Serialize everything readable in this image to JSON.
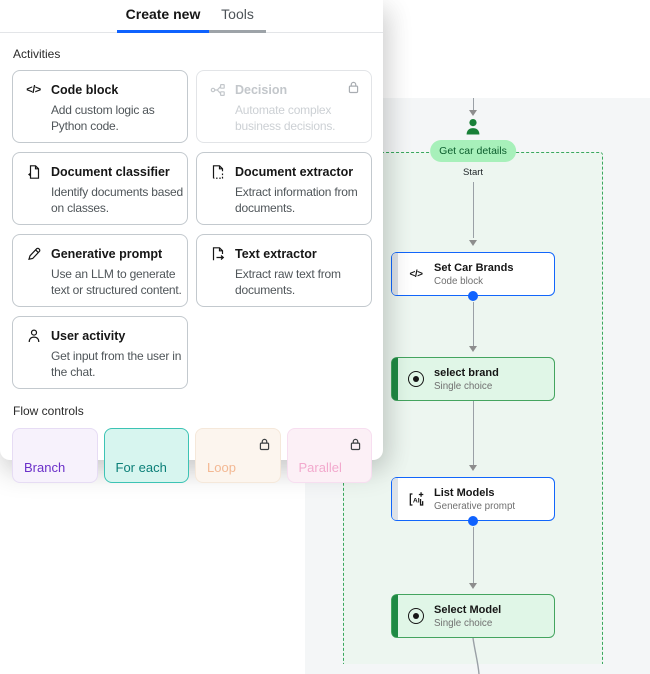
{
  "panel": {
    "tabs": {
      "create_new": "Create new",
      "tools": "Tools"
    },
    "activities_label": "Activities",
    "flow_controls_label": "Flow controls",
    "activities": [
      {
        "title": "Code block",
        "desc": "Add custom logic as\nPython code.",
        "icon": "code-icon",
        "locked": false
      },
      {
        "title": "Decision",
        "desc": "Automate complex\nbusiness decisions.",
        "icon": "decision-icon",
        "locked": true
      },
      {
        "title": "Document classifier",
        "desc": "Identify documents based\non classes.",
        "icon": "document-classifier-icon",
        "locked": false
      },
      {
        "title": "Document extractor",
        "desc": "Extract information from\ndocuments.",
        "icon": "document-extractor-icon",
        "locked": false
      },
      {
        "title": "Generative prompt",
        "desc": "Use an LLM to generate\ntext or structured content.",
        "icon": "generative-prompt-icon",
        "locked": false
      },
      {
        "title": "Text extractor",
        "desc": "Extract raw text from\ndocuments.",
        "icon": "text-extractor-icon",
        "locked": false
      },
      {
        "title": "User activity",
        "desc": "Get input from the user in\nthe chat.",
        "icon": "user-activity-icon",
        "locked": false
      }
    ],
    "flow_controls": [
      {
        "label": "Branch",
        "icon": "diamond-icon",
        "color": "#7a21d6",
        "locked": false
      },
      {
        "label": "For each",
        "icon": "hexagon-icon",
        "color": "#0d8d83",
        "locked": false
      },
      {
        "label": "Loop",
        "icon": "circle-icon",
        "color": "#f0a580",
        "locked": true
      },
      {
        "label": "Parallel",
        "icon": "parallelogram-icon",
        "color": "#ef82b7",
        "locked": true
      }
    ]
  },
  "canvas": {
    "pill_label": "Get car details",
    "start_label": "Start",
    "nodes": [
      {
        "title": "Set Car Brands",
        "subtitle": "Code block",
        "type": "code-block",
        "icon": "code-icon"
      },
      {
        "title": "select brand",
        "subtitle": "Single choice",
        "type": "single-choice",
        "icon": "radio-icon"
      },
      {
        "title": "List Models",
        "subtitle": "Generative prompt",
        "type": "generative-prompt",
        "icon": "ai-icon"
      },
      {
        "title": "Select Model",
        "subtitle": "Single choice",
        "type": "single-choice",
        "icon": "radio-icon"
      }
    ],
    "colors": {
      "accent_blue": "#0f62fe",
      "node_green_bg": "#e0f6e7",
      "node_green_border": "#44a45f",
      "node_green_bar": "#1f8a44",
      "pill_bg": "#a7f0ba",
      "pill_text": "#0b5d2c",
      "dashed_border": "#3aa85e",
      "region_bg": "#edf6f0",
      "canvas_bg": "#f4f6f7",
      "person_green": "#198038",
      "connector_gray": "#8d8d8d"
    }
  }
}
